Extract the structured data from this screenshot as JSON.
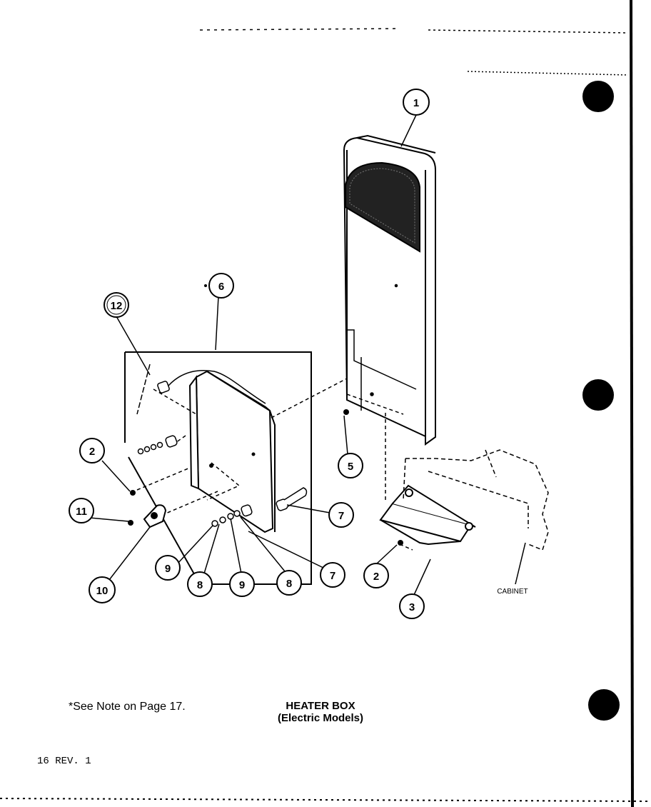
{
  "callouts": [
    "1",
    "6",
    "12",
    "5",
    "2",
    "11",
    "10",
    "9",
    "8",
    "9",
    "8",
    "7",
    "7",
    "2",
    "3"
  ],
  "cabinet_label": "CABINET",
  "note": "*See Note on Page 17.",
  "caption": {
    "title": "HEATER BOX",
    "subtitle": "(Electric Models)"
  },
  "page_number": "16 REV. 1"
}
